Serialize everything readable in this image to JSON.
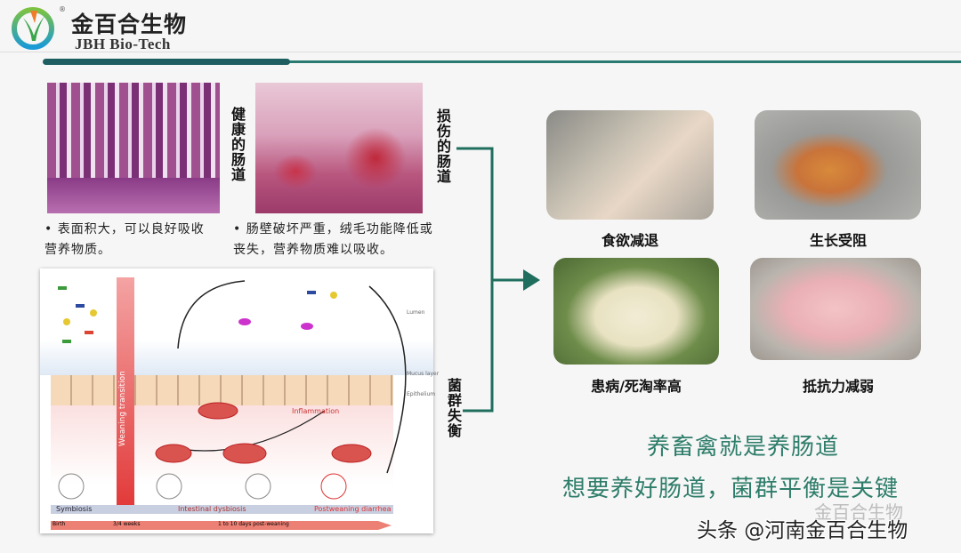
{
  "header": {
    "logo_cn": "金百合生物",
    "logo_en": "JBH Bio-Tech",
    "registered_mark": "®"
  },
  "histology": {
    "healthy_label": "健康的肠道",
    "healthy_caption": "• 表面积大，可以良好吸收营养物质。",
    "damaged_label": "损伤的肠道",
    "damaged_caption": "• 肠壁破坏严重，绒毛功能降低或丧失，营养物质难以吸收。"
  },
  "diagram": {
    "vertical_label": "Weaning transition",
    "inflammation": "Inflammation",
    "stages": [
      "Symbiosis",
      "Intestinal dysbiosis",
      "Postweaning diarrhea"
    ],
    "timeline": [
      "Birth",
      "3/4 weeks",
      "1 to 10 days post-weaning"
    ],
    "side_labels": [
      "Lumen",
      "Mucus layer",
      "Epithelium"
    ]
  },
  "imbalance_label": "菌群失衡",
  "outcomes": [
    {
      "label": "食欲减退"
    },
    {
      "label": "生长受阻"
    },
    {
      "label": "患病/死淘率高"
    },
    {
      "label": "抵抗力减弱"
    }
  ],
  "slogan": {
    "line1": "养畜禽就是养肠道",
    "line2": "想要养好肠道，菌群平衡是关键"
  },
  "watermark": {
    "faint": "金百合生物",
    "main": "头条 @河南金百合生物"
  },
  "colors": {
    "accent": "#2e7d6a",
    "bar": "#1e5e60",
    "bracket": "#1f6e5e"
  }
}
